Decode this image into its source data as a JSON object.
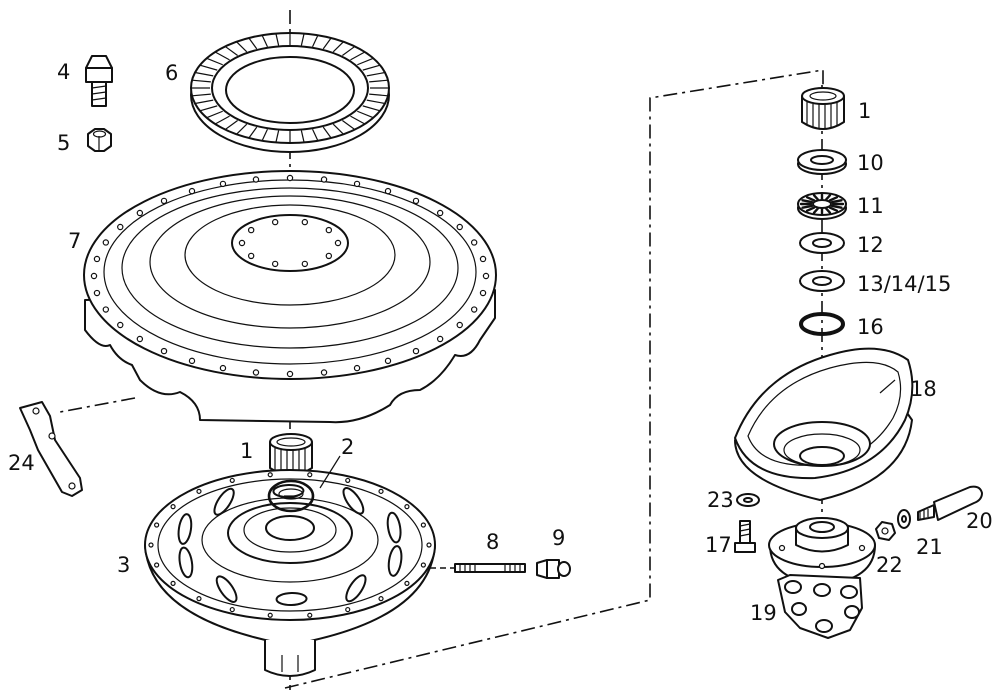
{
  "labels": {
    "p1_top": "1",
    "p1_left": "1",
    "p2": "2",
    "p3": "3",
    "p4": "4",
    "p5": "5",
    "p6": "6",
    "p7": "7",
    "p8": "8",
    "p9": "9",
    "p10": "10",
    "p11": "11",
    "p12": "12",
    "p13": "13/14/15",
    "p16": "16",
    "p17": "17",
    "p18": "18",
    "p19": "19",
    "p20": "20",
    "p21": "21",
    "p22": "22",
    "p23": "23",
    "p24": "24"
  },
  "colors": {
    "ink": "#111111",
    "paper": "#ffffff"
  }
}
